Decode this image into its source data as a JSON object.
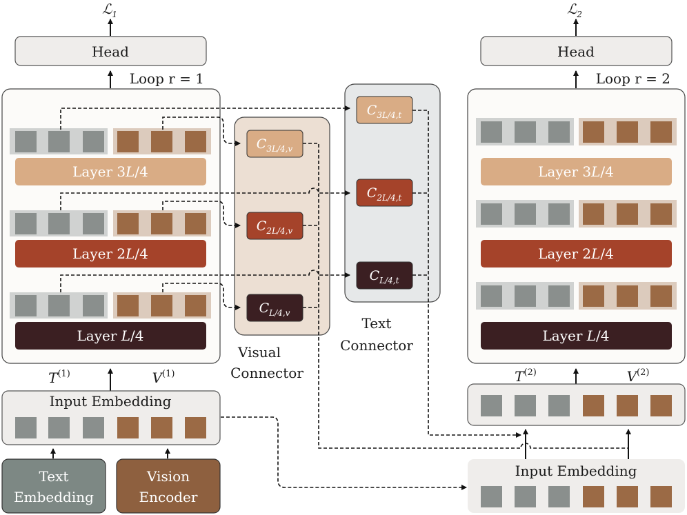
{
  "colors": {
    "gray_token": "#8a8f8d",
    "gray_token_bg": "#d0d2d1",
    "brown_token": "#9b6a45",
    "brown_token_bg": "#dccbbd",
    "layer_34": "#d9ac85",
    "layer_24": "#a5432a",
    "layer_14": "#3b1f22",
    "text_embed": "#7d8884",
    "vision_enc": "#8e603f",
    "visual_conn_bg": "#ecdfd3",
    "text_conn_bg": "#e6e8e9",
    "panel_bg": "#fcfbf9",
    "head_bg": "#efedeb"
  },
  "loop1": {
    "loss": "ℒ",
    "loss_sub": "1",
    "head": "Head",
    "loop_label": "Loop r = 1",
    "layers": [
      {
        "pre": "Layer 3",
        "var": "L",
        "post": "/4"
      },
      {
        "pre": "Layer 2",
        "var": "L",
        "post": "/4"
      },
      {
        "pre": "Layer ",
        "var": "L",
        "post": "/4"
      }
    ],
    "t_label": "T",
    "t_sup": "(1)",
    "v_label": "V",
    "v_sup": "(1)",
    "input_embedding": "Input Embedding",
    "text_embedding": [
      "Text",
      "Embedding"
    ],
    "vision_encoder": [
      "Vision",
      "Encoder"
    ]
  },
  "loop2": {
    "loss": "ℒ",
    "loss_sub": "2",
    "head": "Head",
    "loop_label": "Loop r = 2",
    "layers": [
      {
        "pre": "Layer 3",
        "var": "L",
        "post": "/4"
      },
      {
        "pre": "Layer 2",
        "var": "L",
        "post": "/4"
      },
      {
        "pre": "Layer ",
        "var": "L",
        "post": "/4"
      }
    ],
    "t_label": "T",
    "t_sup": "(2)",
    "v_label": "V",
    "v_sup": "(2)",
    "input_embedding": "Input Embedding"
  },
  "visual_connector": {
    "title": [
      "Visual",
      "Connector"
    ],
    "items": [
      {
        "base": "C",
        "sub": "3L/4,v"
      },
      {
        "base": "C",
        "sub": "2L/4,v"
      },
      {
        "base": "C",
        "sub": "L/4,v"
      }
    ]
  },
  "text_connector": {
    "title": [
      "Text",
      "Connector"
    ],
    "items": [
      {
        "base": "C",
        "sub": "3L/4,t"
      },
      {
        "base": "C",
        "sub": "2L/4,t"
      },
      {
        "base": "C",
        "sub": "L/4,t"
      }
    ]
  }
}
